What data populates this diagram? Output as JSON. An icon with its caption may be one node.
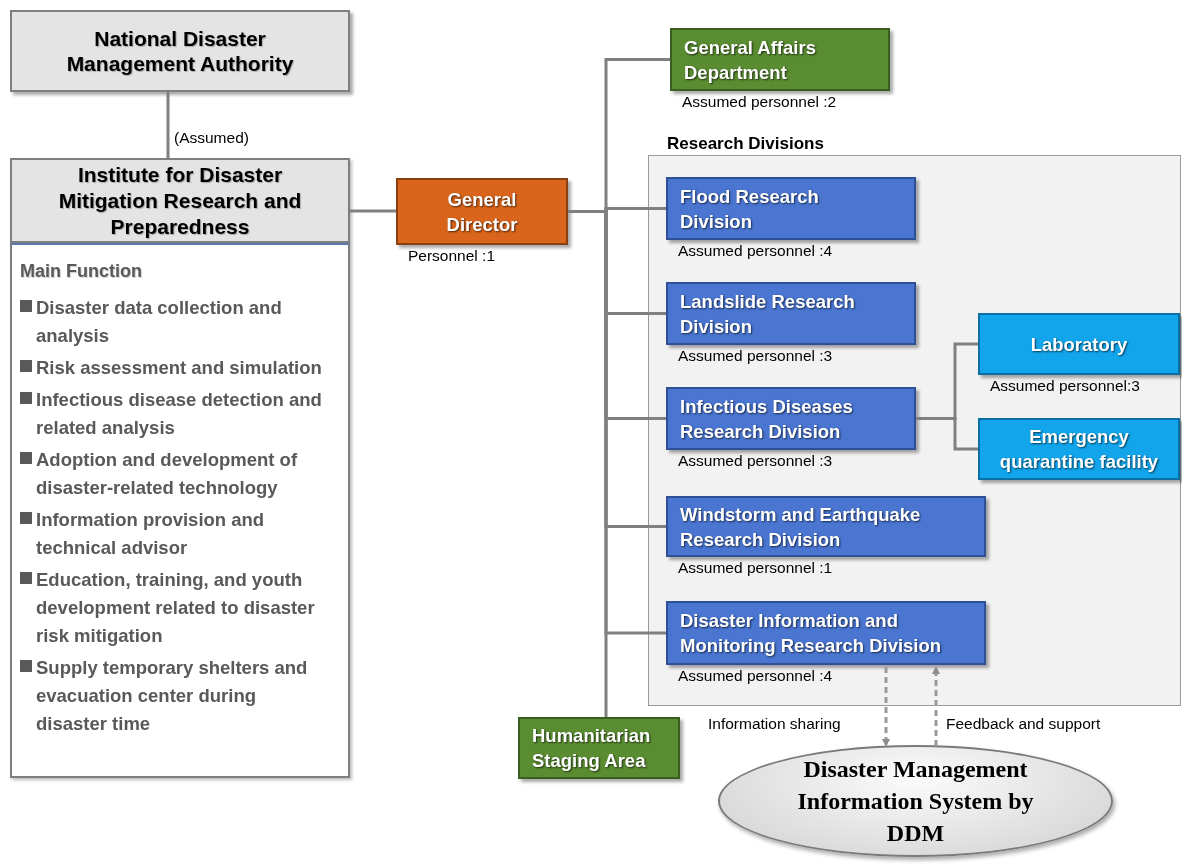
{
  "diagram": {
    "nodes": [
      {
        "text": [
          "National Disaster Management Authority"
        ]
      },
      {
        "text": [
          "Institute for Disaster Mitigation Research and Preparedness",
          "Main Function",
          "Disaster data collection and analysis",
          "Risk assessment and simulation",
          "Infectious disease detection and related analysis",
          "Adoption and development of disaster-related technology",
          "Information provision and technical advisor",
          "Education, training, and youth development related to disaster risk mitigation",
          "Supply temporary shelters and evacuation center during disaster time"
        ]
      },
      {
        "text": [
          "General Director"
        ],
        "beside": [
          "Personnel :1"
        ]
      },
      {
        "text": [
          "General Affairs Department"
        ],
        "beside": [
          "Assumed personnel :2"
        ]
      },
      {
        "text": [
          "Research Divisions"
        ]
      },
      {
        "text": [
          "Flood Research Division"
        ],
        "beside": [
          "Assumed personnel :4"
        ],
        "in": 4
      },
      {
        "text": [
          "Landslide Research Division"
        ],
        "beside": [
          "Assumed personnel :3"
        ],
        "in": 4
      },
      {
        "text": [
          "Infectious Diseases Research Division"
        ],
        "beside": [
          "Assumed personnel :3"
        ],
        "in": 4
      },
      {
        "text": [
          "Laboratory"
        ],
        "beside": [
          "Assumed personnel:3"
        ],
        "in": 4
      },
      {
        "text": [
          "Emergency quarantine facility"
        ],
        "in": 4
      },
      {
        "text": [
          "Windstorm and Earthquake Research Division"
        ],
        "beside": [
          "Assumed personnel :1"
        ],
        "in": 4
      },
      {
        "text": [
          "Disaster Information and Monitoring Research Division"
        ],
        "beside": [
          "Assumed personnel :4"
        ],
        "in": 4
      },
      {
        "text": [
          "Humanitarian Staging Area"
        ]
      },
      {
        "text": [
          "Disaster Management Information System by DDM"
        ]
      }
    ],
    "edges": [
      {
        "from": 0,
        "to": 1,
        "arrow": "none",
        "label": "(Assumed)"
      },
      {
        "from": 1,
        "to": 2,
        "arrow": "none"
      },
      {
        "from": 2,
        "to": 3,
        "arrow": "none"
      },
      {
        "from": 2,
        "to": 5,
        "arrow": "none"
      },
      {
        "from": 2,
        "to": 6,
        "arrow": "none"
      },
      {
        "from": 2,
        "to": 7,
        "arrow": "none"
      },
      {
        "from": 2,
        "to": 10,
        "arrow": "none"
      },
      {
        "from": 2,
        "to": 11,
        "arrow": "none"
      },
      {
        "from": 2,
        "to": 12,
        "arrow": "none"
      },
      {
        "from": 7,
        "to": 8,
        "arrow": "none"
      },
      {
        "from": 7,
        "to": 9,
        "arrow": "none"
      },
      {
        "from": 11,
        "to": 13,
        "arrow": "to",
        "style": "dashed",
        "label": "Information sharing"
      },
      {
        "from": 13,
        "to": 11,
        "arrow": "to",
        "style": "dashed",
        "label": "Feedback and support"
      }
    ]
  }
}
